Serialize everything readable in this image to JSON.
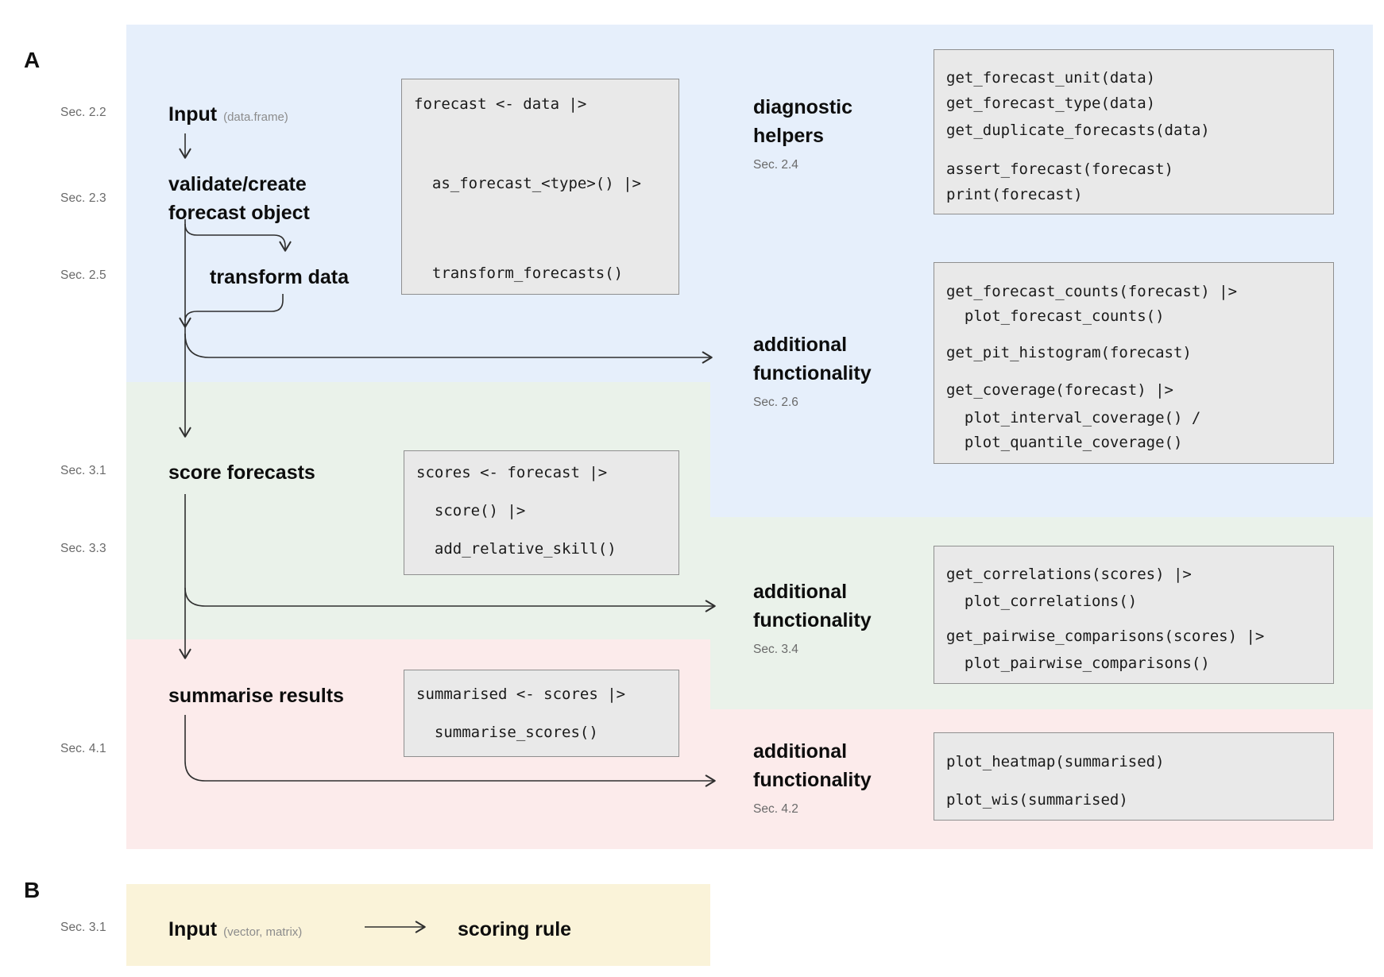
{
  "colors": {
    "region_blue": "#e6effb",
    "region_green": "#eaf2ea",
    "region_pink": "#fcebeb",
    "region_yellow": "#faf3d9",
    "code_box_bg": "#e9e9e9",
    "code_box_border": "#8f8f8f",
    "arrow": "#2f2f2f",
    "sec_label": "#6a6a6a"
  },
  "panel_a": {
    "label": "A",
    "steps": {
      "input": {
        "sec": "Sec. 2.2",
        "title": "Input",
        "annotation": "(data.frame)"
      },
      "validate": {
        "sec": "Sec. 2.3",
        "title_line1": "validate/create",
        "title_line2": "forecast object"
      },
      "transform": {
        "sec": "Sec. 2.5",
        "title": "transform data"
      },
      "score": {
        "sec": "Sec. 3.1",
        "title": "score forecasts"
      },
      "relative_skill": {
        "sec": "Sec. 3.3"
      },
      "summarise": {
        "sec": "Sec. 4.1",
        "title": "summarise results"
      }
    },
    "side_headings": {
      "diagnostic": {
        "title_line1": "diagnostic",
        "title_line2": "helpers",
        "sec": "Sec. 2.4"
      },
      "additional_blue": {
        "title_line1": "additional",
        "title_line2": "functionality",
        "sec": "Sec. 2.6"
      },
      "additional_green": {
        "title_line1": "additional",
        "title_line2": "functionality",
        "sec": "Sec. 3.4"
      },
      "additional_pink": {
        "title_line1": "additional",
        "title_line2": "functionality",
        "sec": "Sec. 4.2"
      }
    },
    "code": {
      "pipeline_validate": [
        "forecast <- data |>",
        "  as_forecast_<type>() |>",
        "  transform_forecasts()"
      ],
      "diagnostic_helpers": [
        "get_forecast_unit(data)",
        "get_forecast_type(data)",
        "get_duplicate_forecasts(data)",
        "assert_forecast(forecast)",
        "print(forecast)"
      ],
      "additional_blue": [
        "get_forecast_counts(forecast) |>",
        "  plot_forecast_counts()",
        "get_pit_histogram(forecast)",
        "get_coverage(forecast) |>",
        "  plot_interval_coverage() /",
        "  plot_quantile_coverage()"
      ],
      "pipeline_score": [
        "scores <- forecast |>",
        "  score() |>",
        "  add_relative_skill()"
      ],
      "additional_green": [
        "get_correlations(scores) |>",
        "  plot_correlations()",
        "get_pairwise_comparisons(scores) |>",
        "  plot_pairwise_comparisons()"
      ],
      "pipeline_summarise": [
        "summarised <- scores |>",
        "  summarise_scores()"
      ],
      "additional_pink": [
        "plot_heatmap(summarised)",
        "plot_wis(summarised)"
      ]
    }
  },
  "panel_b": {
    "label": "B",
    "sec": "Sec. 3.1",
    "input_title": "Input",
    "input_annotation": "(vector, matrix)",
    "target_title": "scoring rule"
  }
}
